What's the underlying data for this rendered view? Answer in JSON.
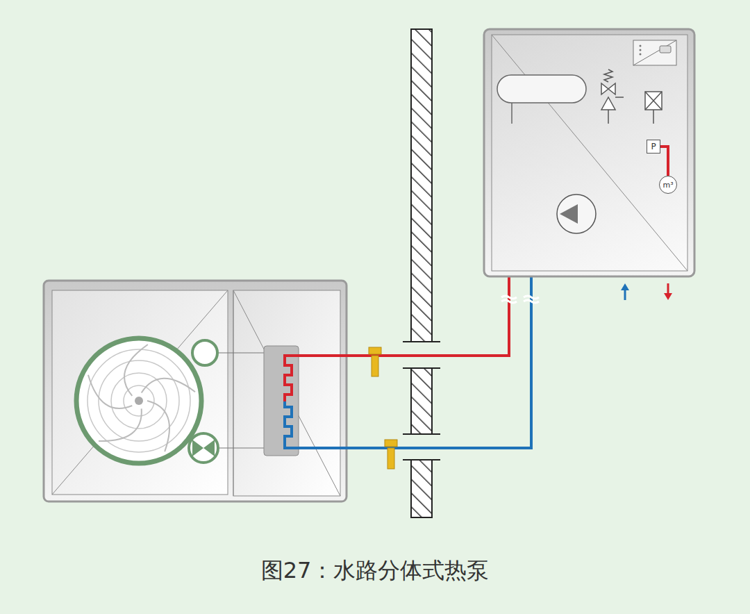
{
  "diagram": {
    "caption": "图27：水路分体式热泵",
    "nodes": [
      {
        "text": [
          "P"
        ]
      },
      {
        "text": [
          "m³"
        ]
      }
    ],
    "edges": [
      {
        "from": 0,
        "to": 1,
        "arrow": "none"
      }
    ]
  }
}
